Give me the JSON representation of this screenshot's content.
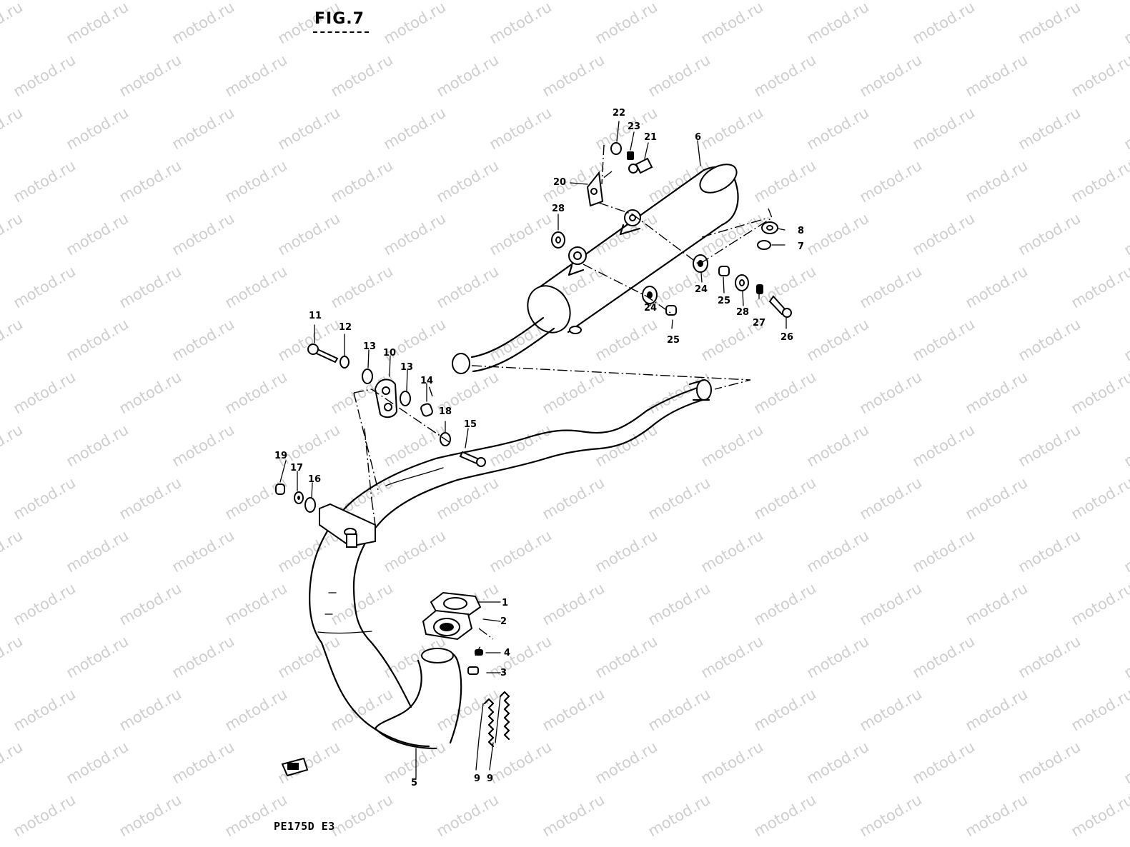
{
  "figure": {
    "title": "FIG.7",
    "model_code": "PE175D E3",
    "watermark": "motod.ru"
  },
  "callouts": [
    {
      "id": "c1",
      "label": "1"
    },
    {
      "id": "c2",
      "label": "2"
    },
    {
      "id": "c3",
      "label": "3"
    },
    {
      "id": "c4",
      "label": "4"
    },
    {
      "id": "c5",
      "label": "5"
    },
    {
      "id": "c6",
      "label": "6"
    },
    {
      "id": "c7",
      "label": "7"
    },
    {
      "id": "c8",
      "label": "8"
    },
    {
      "id": "c9a",
      "label": "9"
    },
    {
      "id": "c9b",
      "label": "9"
    },
    {
      "id": "c10",
      "label": "10"
    },
    {
      "id": "c11",
      "label": "11"
    },
    {
      "id": "c12",
      "label": "12"
    },
    {
      "id": "c13a",
      "label": "13"
    },
    {
      "id": "c13b",
      "label": "13"
    },
    {
      "id": "c14",
      "label": "14"
    },
    {
      "id": "c15",
      "label": "15"
    },
    {
      "id": "c16",
      "label": "16"
    },
    {
      "id": "c17",
      "label": "17"
    },
    {
      "id": "c18",
      "label": "18"
    },
    {
      "id": "c19",
      "label": "19"
    },
    {
      "id": "c20",
      "label": "20"
    },
    {
      "id": "c21",
      "label": "21"
    },
    {
      "id": "c22",
      "label": "22"
    },
    {
      "id": "c23",
      "label": "23"
    },
    {
      "id": "c24a",
      "label": "24"
    },
    {
      "id": "c24b",
      "label": "24"
    },
    {
      "id": "c25a",
      "label": "25"
    },
    {
      "id": "c25b",
      "label": "25"
    },
    {
      "id": "c26",
      "label": "26"
    },
    {
      "id": "c27",
      "label": "27"
    },
    {
      "id": "c28a",
      "label": "28"
    },
    {
      "id": "c28b",
      "label": "28"
    }
  ]
}
